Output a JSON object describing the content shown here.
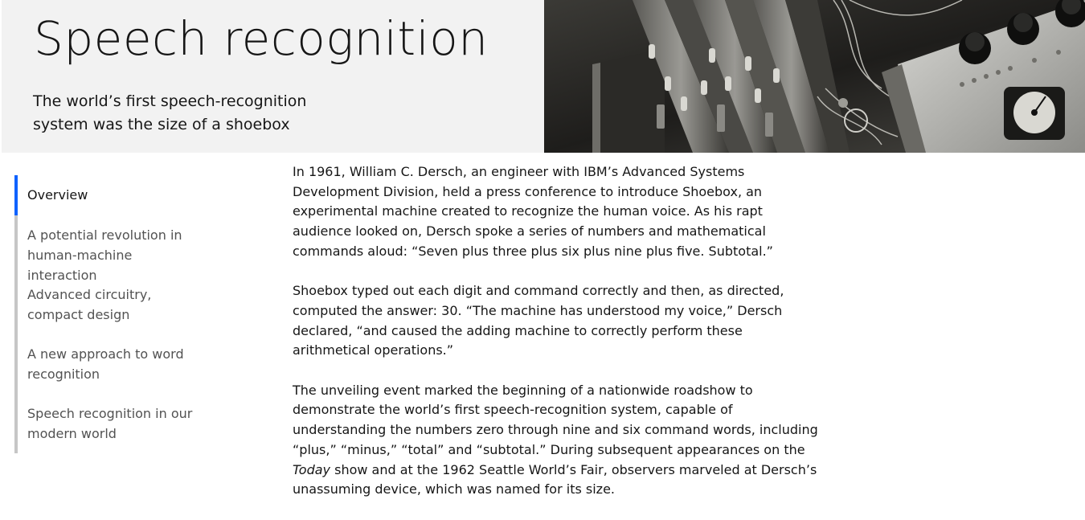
{
  "hero": {
    "title": "Speech recognition",
    "subtitle": "The world’s first speech-recognition system was the size of a shoebox",
    "image_icon": "circuit-boards-photo-icon"
  },
  "toc": {
    "items": [
      {
        "label": "Overview",
        "active": true
      },
      {
        "label": "A potential revolution in human-machine interaction",
        "active": false
      },
      {
        "label": "Advanced circuitry, compact design",
        "active": false
      },
      {
        "label": "A new approach to word recognition",
        "active": false
      },
      {
        "label": "Speech recognition in our modern world",
        "active": false
      }
    ],
    "accent_color": "#0f62fe"
  },
  "article": {
    "paragraph_1": "In 1961, William C. Dersch, an engineer with IBM’s Advanced Systems Development Division, held a press conference to introduce Shoebox, an experimental machine created to recognize the human voice. As his rapt audience looked on, Dersch spoke a series of numbers and mathematical commands aloud: “Seven plus three plus six plus nine plus five. Subtotal.”",
    "paragraph_2": "Shoebox typed out each digit and command correctly and then, as directed, computed the answer: 30. “The machine has understood my voice,” Dersch declared, “and caused the adding machine to correctly perform these arithmetical operations.”",
    "paragraph_3_part1": "The unveiling event marked the beginning of a nationwide roadshow to demonstrate the world’s first speech-recognition system, capable of understanding the numbers zero through nine and six command words, including “plus,” “minus,” “total” and “subtotal.” During subsequent appearances on the ",
    "paragraph_3_em": "Today",
    "paragraph_3_part2": " show and at the 1962 Seattle World’s Fair, observers marveled at Dersch’s unassuming device, which was named for its size."
  }
}
